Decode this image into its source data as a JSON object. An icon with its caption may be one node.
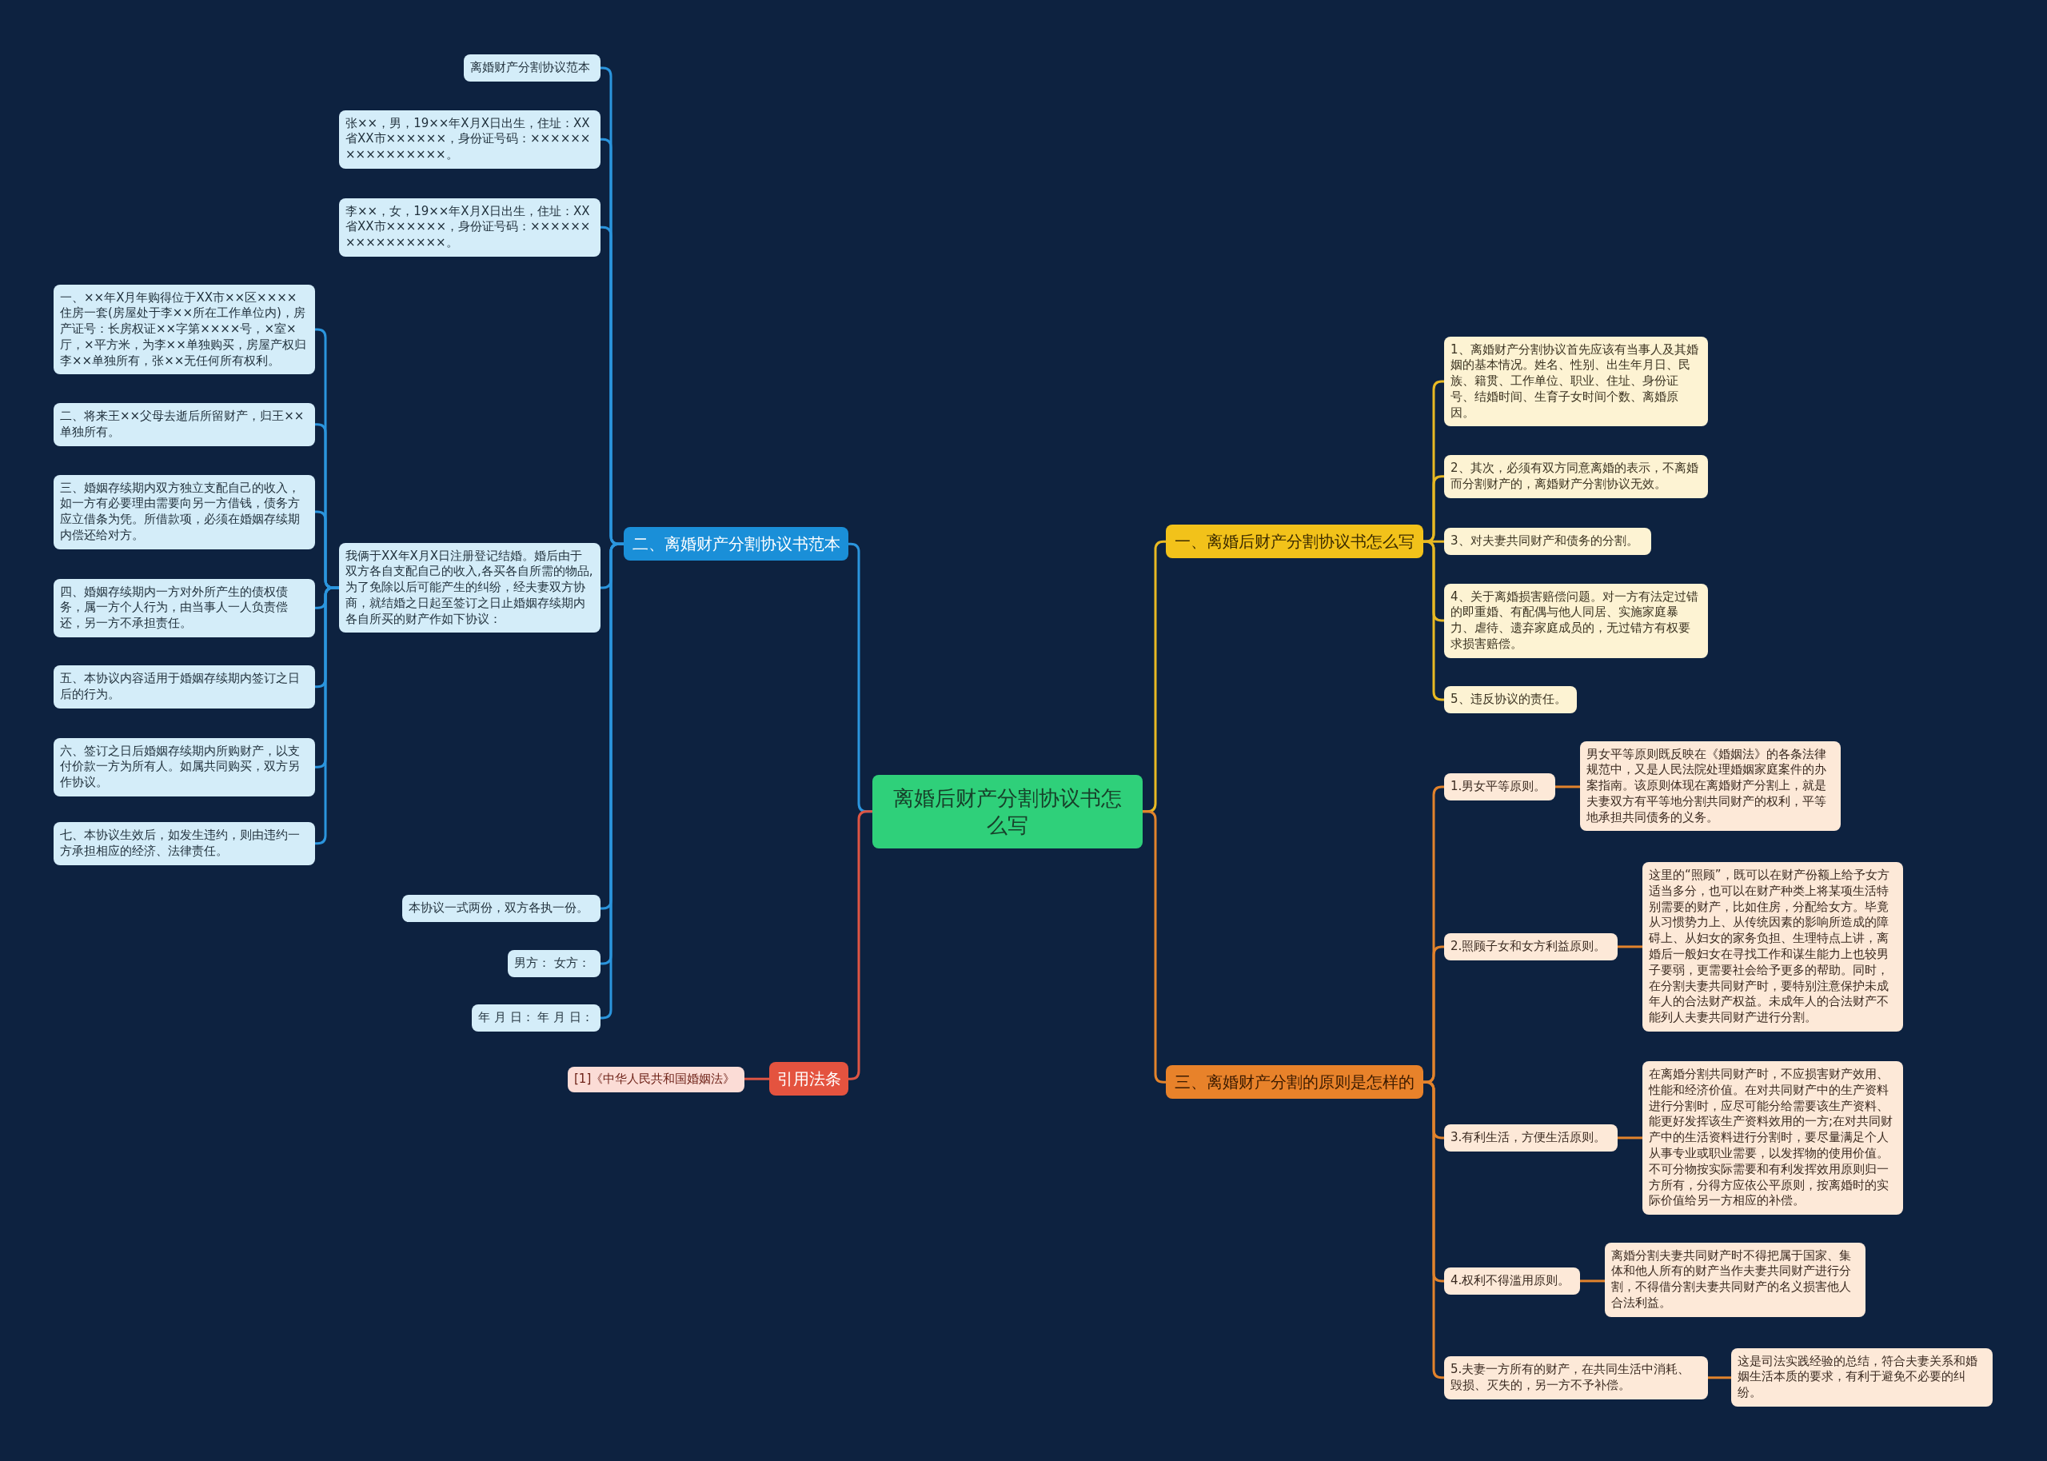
{
  "diagram": {
    "nodes": [
      {
        "text": [
          "离婚后财产分割协议书怎么写"
        ]
      },
      {
        "text": [
          "二、离婚财产分割协议书范本"
        ]
      },
      {
        "text": [
          "离婚财产分割协议范本"
        ]
      },
      {
        "text": [
          "张××，男，19××年X月X日出生，住址：XX省XX市××××××，身份证号码：××××××××××××××××。"
        ]
      },
      {
        "text": [
          "李××，女，19××年X月X日出生，住址：XX省XX市××××××，身份证号码：××××××××××××××××。"
        ]
      },
      {
        "text": [
          "我俩于XX年X月X日注册登记结婚。婚后由于双方各自支配自己的收入,各买各自所需的物品,为了免除以后可能产生的纠纷，经夫妻双方协商，就结婚之日起至签订之日止婚姻存续期内各自所买的财产作如下协议："
        ]
      },
      {
        "text": [
          "一、××年X月年购得位于XX市××区××××住房一套(房屋处于李××所在工作单位内)，房产证号：长房权证××字第××××号，×室×厅，×平方米，为李××单独购买，房屋产权归李××单独所有，张××无任何所有权利。"
        ]
      },
      {
        "text": [
          "二、将来王××父母去逝后所留财产，归王××单独所有。"
        ]
      },
      {
        "text": [
          "三、婚姻存续期内双方独立支配自己的收入，如一方有必要理由需要向另一方借钱，债务方应立借条为凭。所借款项，必须在婚姻存续期内偿还给对方。"
        ]
      },
      {
        "text": [
          "四、婚姻存续期内一方对外所产生的债权债务，属一方个人行为，由当事人一人负责偿还，另一方不承担责任。"
        ]
      },
      {
        "text": [
          "五、本协议内容适用于婚姻存续期内签订之日后的行为。"
        ]
      },
      {
        "text": [
          "六、签订之日后婚姻存续期内所购财产，以支付价款一方为所有人。如属共同购买，双方另作协议。"
        ]
      },
      {
        "text": [
          "七、本协议生效后，如发生违约，则由违约一方承担相应的经济、法律责任。"
        ]
      },
      {
        "text": [
          "本协议一式两份，双方各执一份。"
        ]
      },
      {
        "text": [
          "男方： 女方："
        ]
      },
      {
        "text": [
          "年 月 日： 年 月 日："
        ]
      },
      {
        "text": [
          "引用法条"
        ]
      },
      {
        "text": [
          "[1]《中华人民共和国婚姻法》"
        ]
      },
      {
        "text": [
          "一、离婚后财产分割协议书怎么写"
        ]
      },
      {
        "text": [
          "1、离婚财产分割协议首先应该有当事人及其婚姻的基本情况。姓名、性别、出生年月日、民族、籍贯、工作单位、职业、住址、身份证号、结婚时间、生育子女时间个数、离婚原因。"
        ]
      },
      {
        "text": [
          "2、其次，必须有双方同意离婚的表示，不离婚而分割财产的，离婚财产分割协议无效。"
        ]
      },
      {
        "text": [
          "3、对夫妻共同财产和债务的分割。"
        ]
      },
      {
        "text": [
          "4、关于离婚损害赔偿问题。对一方有法定过错的即重婚、有配偶与他人同居、实施家庭暴力、虐待、遗弃家庭成员的，无过错方有权要求损害赔偿。"
        ]
      },
      {
        "text": [
          "5、违反协议的责任。"
        ]
      },
      {
        "text": [
          "三、离婚财产分割的原则是怎样的"
        ]
      },
      {
        "text": [
          "1.男女平等原则。"
        ]
      },
      {
        "text": [
          "男女平等原则既反映在《婚姻法》的各条法律规范中，又是人民法院处理婚姻家庭案件的办案指南。该原则体现在离婚财产分割上，就是夫妻双方有平等地分割共同财产的权利，平等地承担共同债务的义务。"
        ]
      },
      {
        "text": [
          "2.照顾子女和女方利益原则。"
        ]
      },
      {
        "text": [
          "这里的“照顾”，既可以在财产份额上给予女方适当多分，也可以在财产种类上将某项生活特别需要的财产，比如住房，分配给女方。毕竟从习惯势力上、从传统因素的影响所造成的障碍上、从妇女的家务负担、生理特点上讲，离婚后一般妇女在寻找工作和谋生能力上也较男子要弱，更需要社会给予更多的帮助。同时，在分割夫妻共同财产时，要特别注意保护未成年人的合法财产权益。未成年人的合法财产不能列人夫妻共同财产进行分割。"
        ]
      },
      {
        "text": [
          "3.有利生活，方便生活原则。"
        ]
      },
      {
        "text": [
          "在离婚分割共同财产时，不应损害财产效用、性能和经济价值。在对共同财产中的生产资料进行分割时，应尽可能分给需要该生产资料、能更好发挥该生产资料效用的一方;在对共同财产中的生活资料进行分割时，要尽量满足个人从事专业或职业需要，以发挥物的使用价值。不可分物按实际需要和有利发挥效用原则归一方所有，分得方应依公平原则，按离婚时的实际价值给另一方相应的补偿。"
        ]
      },
      {
        "text": [
          "4.权利不得滥用原则。"
        ]
      },
      {
        "text": [
          "离婚分割夫妻共同财产时不得把属于国家、集体和他人所有的财产当作夫妻共同财产进行分割，不得借分割夫妻共同财产的名义损害他人合法利益。"
        ]
      },
      {
        "text": [
          "5.夫妻一方所有的财产，在共同生活中消耗、毁损、灭失的，另一方不予补偿。"
        ]
      },
      {
        "text": [
          "这是司法实践经验的总结，符合夫妻关系和婚姻生活本质的要求，有利于避免不必要的纠纷。"
        ]
      }
    ],
    "edges": [
      {
        "from": 0,
        "to": 1,
        "arrow": "none"
      },
      {
        "from": 1,
        "to": 2,
        "arrow": "none"
      },
      {
        "from": 1,
        "to": 3,
        "arrow": "none"
      },
      {
        "from": 1,
        "to": 4,
        "arrow": "none"
      },
      {
        "from": 1,
        "to": 5,
        "arrow": "none"
      },
      {
        "from": 5,
        "to": 6,
        "arrow": "none"
      },
      {
        "from": 5,
        "to": 7,
        "arrow": "none"
      },
      {
        "from": 5,
        "to": 8,
        "arrow": "none"
      },
      {
        "from": 5,
        "to": 9,
        "arrow": "none"
      },
      {
        "from": 5,
        "to": 10,
        "arrow": "none"
      },
      {
        "from": 5,
        "to": 11,
        "arrow": "none"
      },
      {
        "from": 5,
        "to": 12,
        "arrow": "none"
      },
      {
        "from": 1,
        "to": 13,
        "arrow": "none"
      },
      {
        "from": 1,
        "to": 14,
        "arrow": "none"
      },
      {
        "from": 1,
        "to": 15,
        "arrow": "none"
      },
      {
        "from": 0,
        "to": 16,
        "arrow": "none",
        "color": "#dd5544"
      },
      {
        "from": 16,
        "to": 17,
        "arrow": "none",
        "color": "#dd5544"
      },
      {
        "from": 0,
        "to": 18,
        "arrow": "none",
        "color": "#e8b923"
      },
      {
        "from": 18,
        "to": 19,
        "arrow": "none",
        "color": "#e8b923"
      },
      {
        "from": 18,
        "to": 20,
        "arrow": "none",
        "color": "#e8b923"
      },
      {
        "from": 18,
        "to": 21,
        "arrow": "none",
        "color": "#e8b923"
      },
      {
        "from": 18,
        "to": 22,
        "arrow": "none",
        "color": "#e8b923"
      },
      {
        "from": 18,
        "to": 23,
        "arrow": "none",
        "color": "#e8b923"
      },
      {
        "from": 0,
        "to": 24,
        "arrow": "none",
        "color": "#e2832c"
      },
      {
        "from": 24,
        "to": 25,
        "arrow": "none",
        "color": "#e2832c"
      },
      {
        "from": 25,
        "to": 26,
        "arrow": "none",
        "color": "#e2832c"
      },
      {
        "from": 24,
        "to": 27,
        "arrow": "none",
        "color": "#e2832c"
      },
      {
        "from": 27,
        "to": 28,
        "arrow": "none",
        "color": "#e2832c"
      },
      {
        "from": 24,
        "to": 29,
        "arrow": "none",
        "color": "#e2832c"
      },
      {
        "from": 29,
        "to": 30,
        "arrow": "none",
        "color": "#e2832c"
      },
      {
        "from": 24,
        "to": 31,
        "arrow": "none",
        "color": "#e2832c"
      },
      {
        "from": 31,
        "to": 32,
        "arrow": "none",
        "color": "#e2832c"
      },
      {
        "from": 24,
        "to": 33,
        "arrow": "none",
        "color": "#e2832c"
      },
      {
        "from": 33,
        "to": 34,
        "arrow": "none",
        "color": "#e2832c"
      }
    ]
  }
}
